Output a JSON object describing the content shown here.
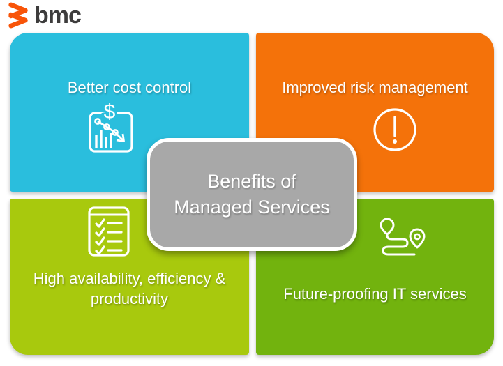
{
  "logo": {
    "brand": "bmc",
    "mark_icon": "bmc-chevrons-icon",
    "mark_color": "#f85408",
    "text_color": "#3d3c3c"
  },
  "center": {
    "title": "Benefits of\nManaged Services",
    "bg_color": "#a8a8a8"
  },
  "quadrants": [
    {
      "id": "better-cost-control",
      "label": "Better cost control",
      "color": "#2abedd",
      "icon": "declining-cost-chart-icon"
    },
    {
      "id": "improved-risk-management",
      "label": "Improved risk management",
      "color": "#f4720a",
      "icon": "warning-circle-icon"
    },
    {
      "id": "high-availability-efficiency-productivity",
      "label": "High availability, efficiency &\nproductivity",
      "color": "#a8c90d",
      "icon": "checklist-icon"
    },
    {
      "id": "future-proofing-it-services",
      "label": "Future-proofing IT services",
      "color": "#72b30e",
      "icon": "route-map-icon"
    }
  ]
}
